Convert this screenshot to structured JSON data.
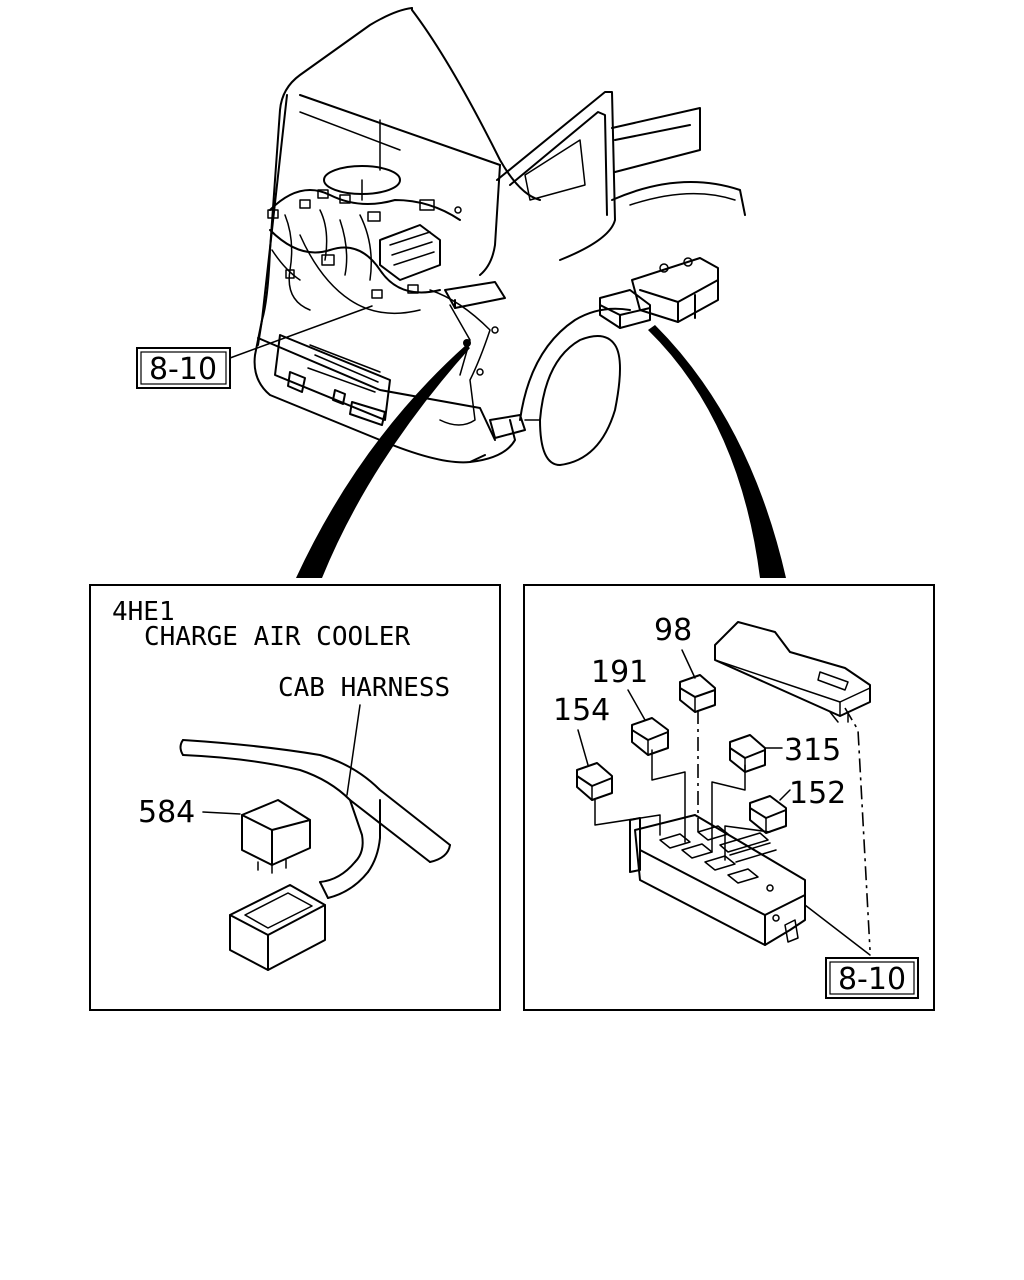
{
  "ref_labels": {
    "top": "8-10",
    "bottom_right": "8-10"
  },
  "left_panel": {
    "engine": "4HE1",
    "system": "CHARGE AIR COOLER",
    "harness": "CAB HARNESS",
    "parts": {
      "relay": "584"
    }
  },
  "right_panel": {
    "parts": {
      "p98": "98",
      "p191": "191",
      "p154": "154",
      "p315": "315",
      "p152": "152"
    }
  }
}
